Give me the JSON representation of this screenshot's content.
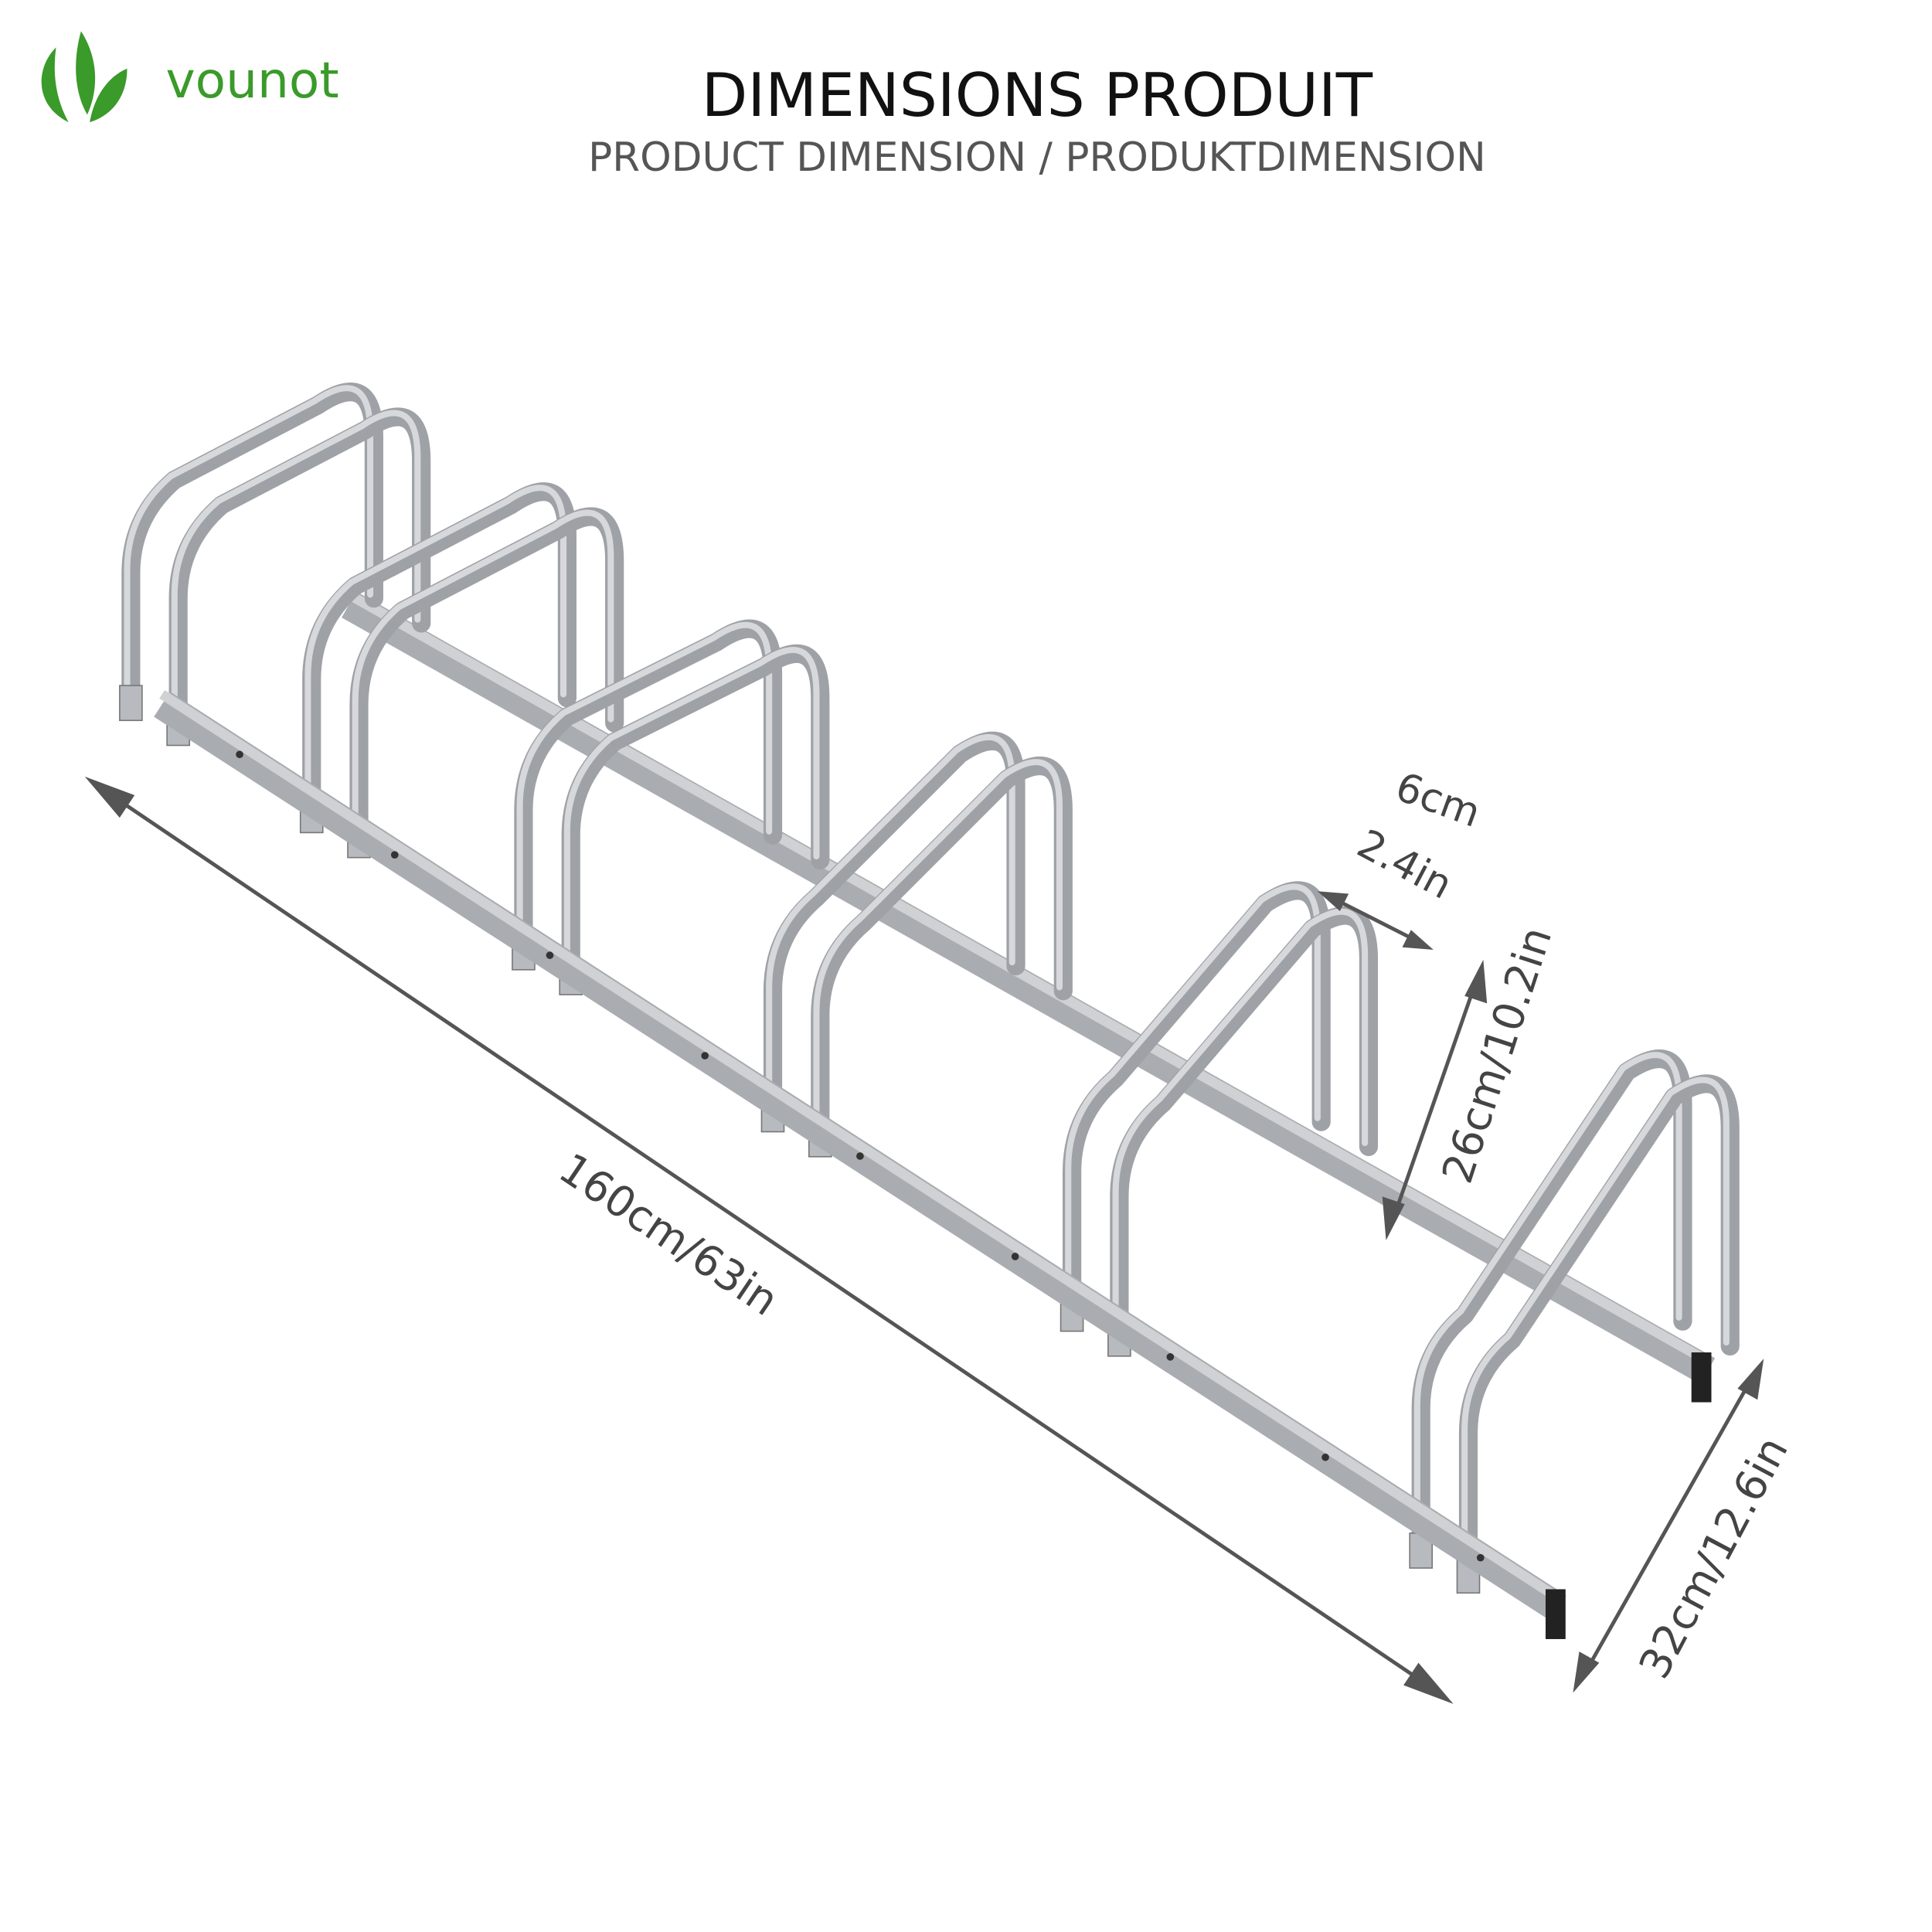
{
  "brand": {
    "name": "vounot",
    "color": "#3a9a2a"
  },
  "header": {
    "title": "DIMENSIONS PRODUIT",
    "subtitle": "PRODUCT DIMENSION / PRODUKTDIMENSION"
  },
  "dimensions": {
    "length": "160cm/63in",
    "height": "26cm/10.2in",
    "depth": "32cm/12.6in",
    "slot_cm": "6cm",
    "slot_in": "2.4in"
  },
  "product": {
    "name": "bike-rack",
    "slots": 6,
    "color": "#a9acb0"
  }
}
